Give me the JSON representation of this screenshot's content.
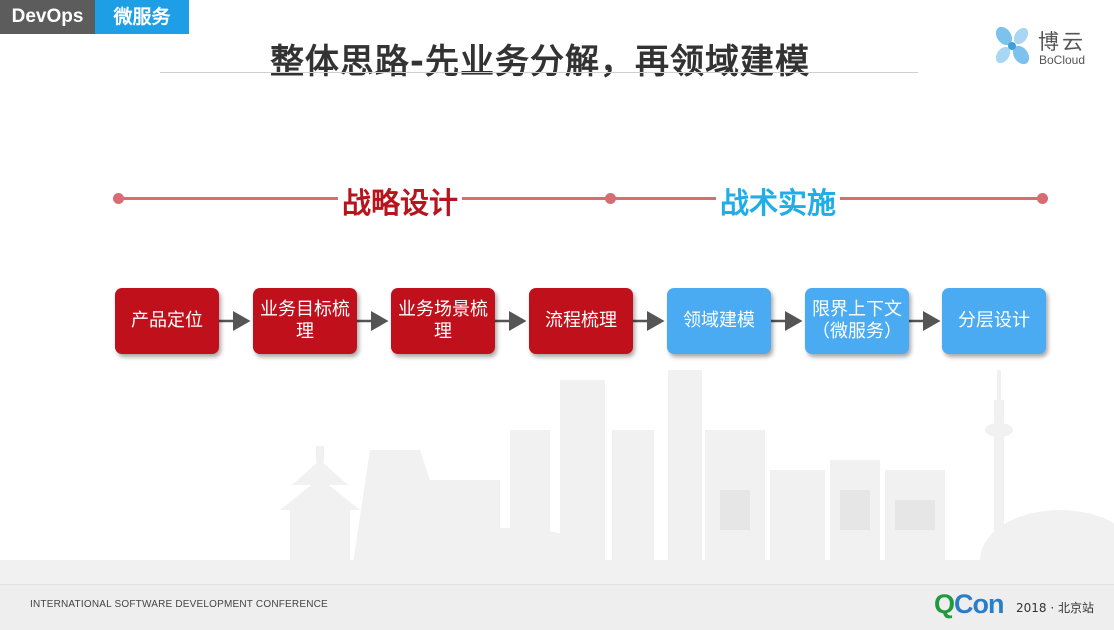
{
  "tags": {
    "devops": "DevOps",
    "microservice": "微服务"
  },
  "title": "整体思路-先业务分解，再领域建模",
  "logo": {
    "cn": "博云",
    "en": "BoCloud"
  },
  "phases": [
    {
      "label": "战略设计",
      "color": "#b8141e"
    },
    {
      "label": "战术实施",
      "color": "#20aee8"
    }
  ],
  "steps": [
    {
      "label": "产品定位",
      "phase": "red"
    },
    {
      "label": "业务目标梳理",
      "phase": "red"
    },
    {
      "label": "业务场景梳理",
      "phase": "red"
    },
    {
      "label": "流程梳理",
      "phase": "red"
    },
    {
      "label": "领域建模",
      "phase": "blue"
    },
    {
      "label": "限界上下文（微服务）",
      "phase": "blue"
    },
    {
      "label": "分层设计",
      "phase": "blue"
    }
  ],
  "footer": {
    "conference": "INTERNATIONAL SOFTWARE DEVELOPMENT CONFERENCE",
    "qcon_q": "Q",
    "qcon_con": "Con",
    "edition": "2018 · 北京站"
  },
  "colors": {
    "red": "#c0101c",
    "blue": "#4aabf2",
    "timeline": "#d96c72"
  }
}
